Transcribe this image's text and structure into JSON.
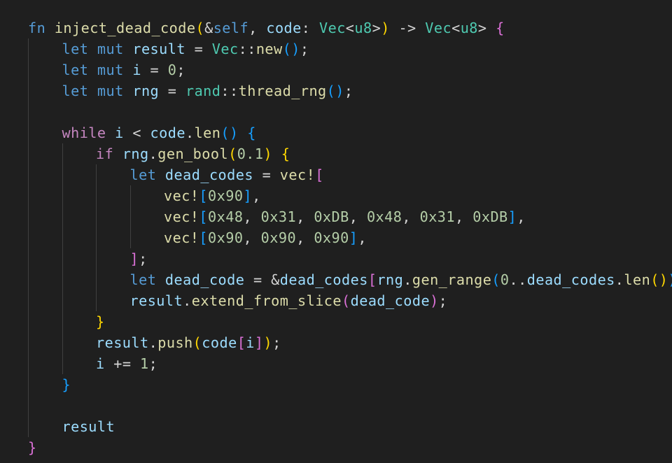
{
  "editor": {
    "language": "rust",
    "theme": {
      "background": "#1f1f1f",
      "indent_guide": "#404040",
      "colors": {
        "kw": "#569cd6",
        "ctrl": "#c586c0",
        "fn": "#dcdcaa",
        "var": "#9cdcfe",
        "type": "#4ec9b0",
        "num": "#b5cea8",
        "punc": "#d4d4d4",
        "b1": "#ffd700",
        "b2": "#da70d6",
        "b3": "#179fff"
      }
    },
    "lines": [
      {
        "indent": 0,
        "tokens": [
          {
            "t": "fn ",
            "c": "kw"
          },
          {
            "t": "inject_dead_code",
            "c": "fn"
          },
          {
            "t": "(",
            "c": "b1"
          },
          {
            "t": "&",
            "c": "punc"
          },
          {
            "t": "self",
            "c": "kw"
          },
          {
            "t": ", ",
            "c": "punc"
          },
          {
            "t": "code",
            "c": "var"
          },
          {
            "t": ": ",
            "c": "punc"
          },
          {
            "t": "Vec",
            "c": "type"
          },
          {
            "t": "<",
            "c": "punc"
          },
          {
            "t": "u8",
            "c": "type"
          },
          {
            "t": ">",
            "c": "punc"
          },
          {
            "t": ")",
            "c": "b1"
          },
          {
            "t": " -> ",
            "c": "punc"
          },
          {
            "t": "Vec",
            "c": "type"
          },
          {
            "t": "<",
            "c": "punc"
          },
          {
            "t": "u8",
            "c": "type"
          },
          {
            "t": "> ",
            "c": "punc"
          },
          {
            "t": "{",
            "c": "b2"
          }
        ]
      },
      {
        "indent": 1,
        "tokens": [
          {
            "t": "let ",
            "c": "kw"
          },
          {
            "t": "mut ",
            "c": "kw"
          },
          {
            "t": "result",
            "c": "var"
          },
          {
            "t": " = ",
            "c": "punc"
          },
          {
            "t": "Vec",
            "c": "type"
          },
          {
            "t": "::",
            "c": "punc"
          },
          {
            "t": "new",
            "c": "fn"
          },
          {
            "t": "()",
            "c": "b3"
          },
          {
            "t": ";",
            "c": "punc"
          }
        ]
      },
      {
        "indent": 1,
        "tokens": [
          {
            "t": "let ",
            "c": "kw"
          },
          {
            "t": "mut ",
            "c": "kw"
          },
          {
            "t": "i",
            "c": "var"
          },
          {
            "t": " = ",
            "c": "punc"
          },
          {
            "t": "0",
            "c": "num"
          },
          {
            "t": ";",
            "c": "punc"
          }
        ]
      },
      {
        "indent": 1,
        "tokens": [
          {
            "t": "let ",
            "c": "kw"
          },
          {
            "t": "mut ",
            "c": "kw"
          },
          {
            "t": "rng",
            "c": "var"
          },
          {
            "t": " = ",
            "c": "punc"
          },
          {
            "t": "rand",
            "c": "type"
          },
          {
            "t": "::",
            "c": "punc"
          },
          {
            "t": "thread_rng",
            "c": "fn"
          },
          {
            "t": "()",
            "c": "b3"
          },
          {
            "t": ";",
            "c": "punc"
          }
        ]
      },
      {
        "indent": 0,
        "tokens": []
      },
      {
        "indent": 1,
        "tokens": [
          {
            "t": "while ",
            "c": "ctrl"
          },
          {
            "t": "i",
            "c": "var"
          },
          {
            "t": " < ",
            "c": "punc"
          },
          {
            "t": "code",
            "c": "var"
          },
          {
            "t": ".",
            "c": "punc"
          },
          {
            "t": "len",
            "c": "fn"
          },
          {
            "t": "()",
            "c": "b3"
          },
          {
            "t": " ",
            "c": "punc"
          },
          {
            "t": "{",
            "c": "b3"
          }
        ]
      },
      {
        "indent": 2,
        "tokens": [
          {
            "t": "if ",
            "c": "ctrl"
          },
          {
            "t": "rng",
            "c": "var"
          },
          {
            "t": ".",
            "c": "punc"
          },
          {
            "t": "gen_bool",
            "c": "fn"
          },
          {
            "t": "(",
            "c": "b1"
          },
          {
            "t": "0.1",
            "c": "num"
          },
          {
            "t": ")",
            "c": "b1"
          },
          {
            "t": " ",
            "c": "punc"
          },
          {
            "t": "{",
            "c": "b1"
          }
        ]
      },
      {
        "indent": 3,
        "tokens": [
          {
            "t": "let ",
            "c": "kw"
          },
          {
            "t": "dead_codes",
            "c": "var"
          },
          {
            "t": " = ",
            "c": "punc"
          },
          {
            "t": "vec!",
            "c": "fn"
          },
          {
            "t": "[",
            "c": "b2"
          }
        ]
      },
      {
        "indent": 4,
        "tokens": [
          {
            "t": "vec!",
            "c": "fn"
          },
          {
            "t": "[",
            "c": "b3"
          },
          {
            "t": "0x90",
            "c": "num"
          },
          {
            "t": "]",
            "c": "b3"
          },
          {
            "t": ",",
            "c": "punc"
          }
        ]
      },
      {
        "indent": 4,
        "tokens": [
          {
            "t": "vec!",
            "c": "fn"
          },
          {
            "t": "[",
            "c": "b3"
          },
          {
            "t": "0x48",
            "c": "num"
          },
          {
            "t": ", ",
            "c": "punc"
          },
          {
            "t": "0x31",
            "c": "num"
          },
          {
            "t": ", ",
            "c": "punc"
          },
          {
            "t": "0xDB",
            "c": "num"
          },
          {
            "t": ", ",
            "c": "punc"
          },
          {
            "t": "0x48",
            "c": "num"
          },
          {
            "t": ", ",
            "c": "punc"
          },
          {
            "t": "0x31",
            "c": "num"
          },
          {
            "t": ", ",
            "c": "punc"
          },
          {
            "t": "0xDB",
            "c": "num"
          },
          {
            "t": "]",
            "c": "b3"
          },
          {
            "t": ",",
            "c": "punc"
          }
        ]
      },
      {
        "indent": 4,
        "tokens": [
          {
            "t": "vec!",
            "c": "fn"
          },
          {
            "t": "[",
            "c": "b3"
          },
          {
            "t": "0x90",
            "c": "num"
          },
          {
            "t": ", ",
            "c": "punc"
          },
          {
            "t": "0x90",
            "c": "num"
          },
          {
            "t": ", ",
            "c": "punc"
          },
          {
            "t": "0x90",
            "c": "num"
          },
          {
            "t": "]",
            "c": "b3"
          },
          {
            "t": ",",
            "c": "punc"
          }
        ]
      },
      {
        "indent": 3,
        "tokens": [
          {
            "t": "]",
            "c": "b2"
          },
          {
            "t": ";",
            "c": "punc"
          }
        ]
      },
      {
        "indent": 3,
        "tokens": [
          {
            "t": "let ",
            "c": "kw"
          },
          {
            "t": "dead_code",
            "c": "var"
          },
          {
            "t": " = ",
            "c": "punc"
          },
          {
            "t": "&",
            "c": "punc"
          },
          {
            "t": "dead_codes",
            "c": "var"
          },
          {
            "t": "[",
            "c": "b2"
          },
          {
            "t": "rng",
            "c": "var"
          },
          {
            "t": ".",
            "c": "punc"
          },
          {
            "t": "gen_range",
            "c": "fn"
          },
          {
            "t": "(",
            "c": "b3"
          },
          {
            "t": "0",
            "c": "num"
          },
          {
            "t": "..",
            "c": "punc"
          },
          {
            "t": "dead_codes",
            "c": "var"
          },
          {
            "t": ".",
            "c": "punc"
          },
          {
            "t": "len",
            "c": "fn"
          },
          {
            "t": "()",
            "c": "b1"
          },
          {
            "t": ")",
            "c": "b3"
          },
          {
            "t": "]",
            "c": "b2"
          },
          {
            "t": ";",
            "c": "punc"
          }
        ]
      },
      {
        "indent": 3,
        "tokens": [
          {
            "t": "result",
            "c": "var"
          },
          {
            "t": ".",
            "c": "punc"
          },
          {
            "t": "extend_from_slice",
            "c": "fn"
          },
          {
            "t": "(",
            "c": "b2"
          },
          {
            "t": "dead_code",
            "c": "var"
          },
          {
            "t": ")",
            "c": "b2"
          },
          {
            "t": ";",
            "c": "punc"
          }
        ]
      },
      {
        "indent": 2,
        "tokens": [
          {
            "t": "}",
            "c": "b1"
          }
        ]
      },
      {
        "indent": 2,
        "tokens": [
          {
            "t": "result",
            "c": "var"
          },
          {
            "t": ".",
            "c": "punc"
          },
          {
            "t": "push",
            "c": "fn"
          },
          {
            "t": "(",
            "c": "b1"
          },
          {
            "t": "code",
            "c": "var"
          },
          {
            "t": "[",
            "c": "b2"
          },
          {
            "t": "i",
            "c": "var"
          },
          {
            "t": "]",
            "c": "b2"
          },
          {
            "t": ")",
            "c": "b1"
          },
          {
            "t": ";",
            "c": "punc"
          }
        ]
      },
      {
        "indent": 2,
        "tokens": [
          {
            "t": "i",
            "c": "var"
          },
          {
            "t": " += ",
            "c": "punc"
          },
          {
            "t": "1",
            "c": "num"
          },
          {
            "t": ";",
            "c": "punc"
          }
        ]
      },
      {
        "indent": 1,
        "tokens": [
          {
            "t": "}",
            "c": "b3"
          }
        ]
      },
      {
        "indent": 0,
        "tokens": []
      },
      {
        "indent": 1,
        "tokens": [
          {
            "t": "result",
            "c": "var"
          }
        ]
      },
      {
        "indent": 0,
        "tokens": [
          {
            "t": "}",
            "c": "b2"
          }
        ]
      }
    ]
  }
}
